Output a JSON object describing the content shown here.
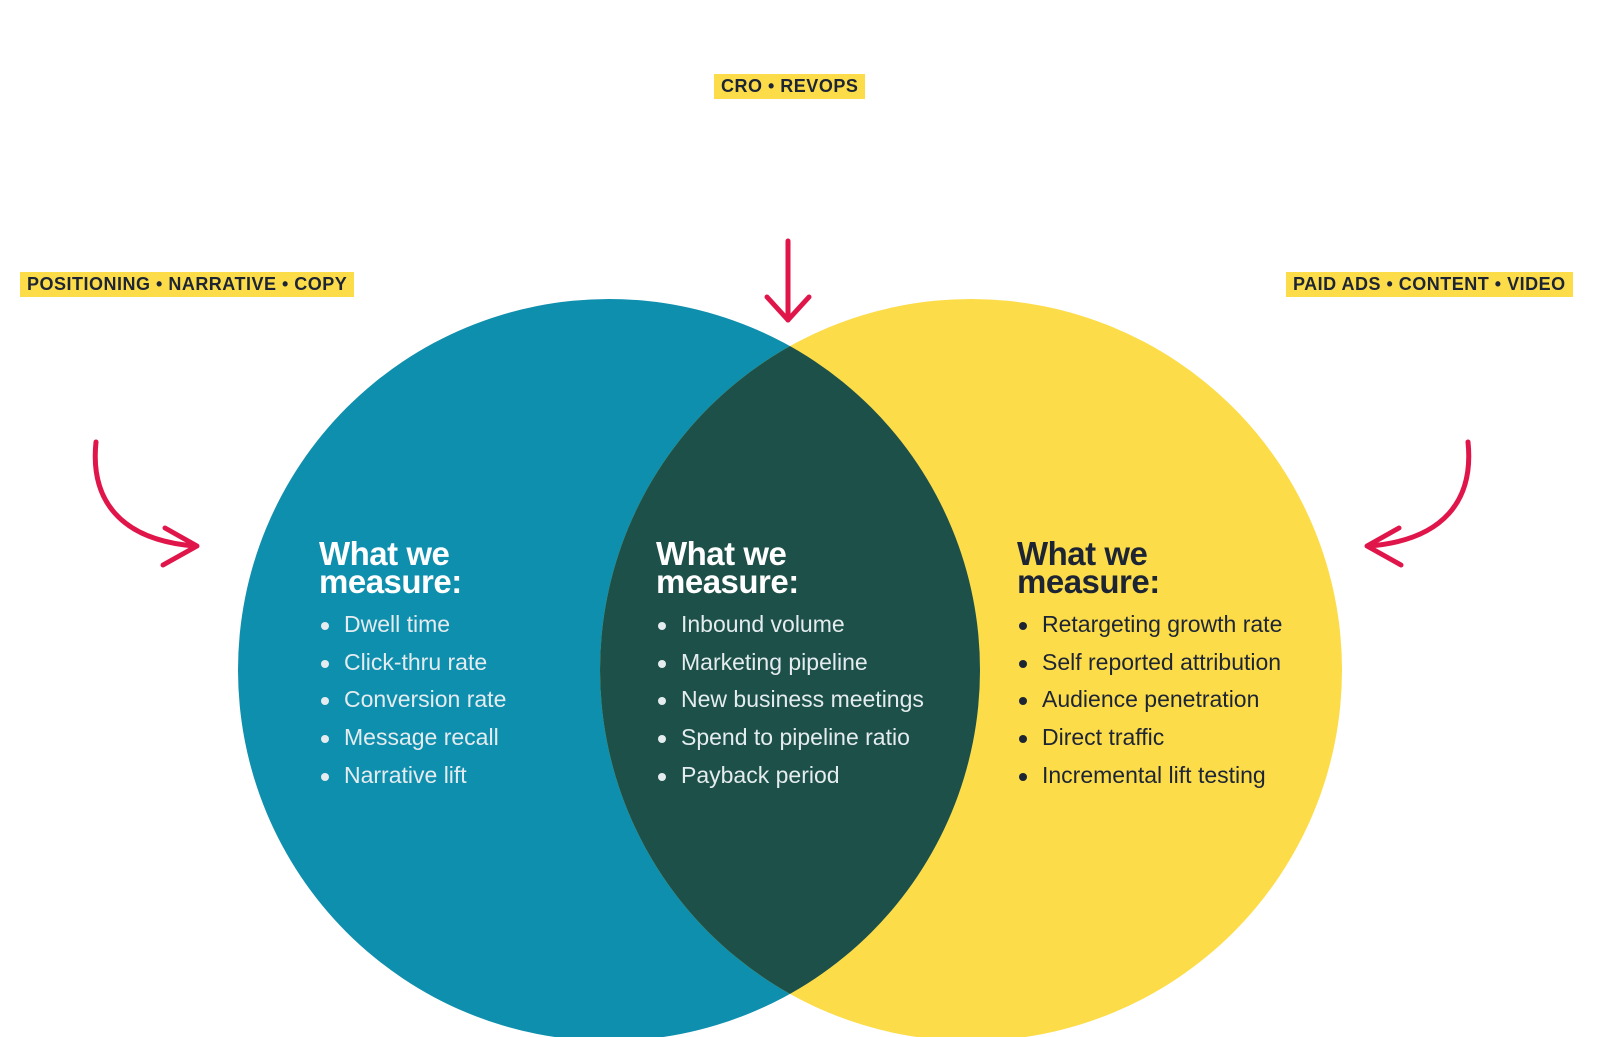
{
  "colors": {
    "left": "#0f8fae",
    "overlap": "#1c5048",
    "right": "#fcdc49",
    "arrow": "#e0164a",
    "tag_bg": "#fcdc49"
  },
  "tags": {
    "top": "CRO • REVOPS",
    "left": "POSITIONING • NARRATIVE • COPY",
    "right": "PAID ADS • CONTENT • VIDEO"
  },
  "left": {
    "heading": "What we measure:",
    "items": [
      "Dwell time",
      "Click-thru rate",
      "Conversion rate",
      "Message recall",
      "Narrative lift"
    ]
  },
  "center": {
    "heading": "What we measure:",
    "items": [
      "Inbound volume",
      "Marketing pipeline",
      "New business meetings",
      "Spend to pipeline ratio",
      "Payback period"
    ]
  },
  "right": {
    "heading": "What we measure:",
    "items": [
      "Retargeting growth rate",
      "Self reported attribution",
      "Audience penetration",
      "Direct traffic",
      "Incremental lift testing"
    ]
  }
}
